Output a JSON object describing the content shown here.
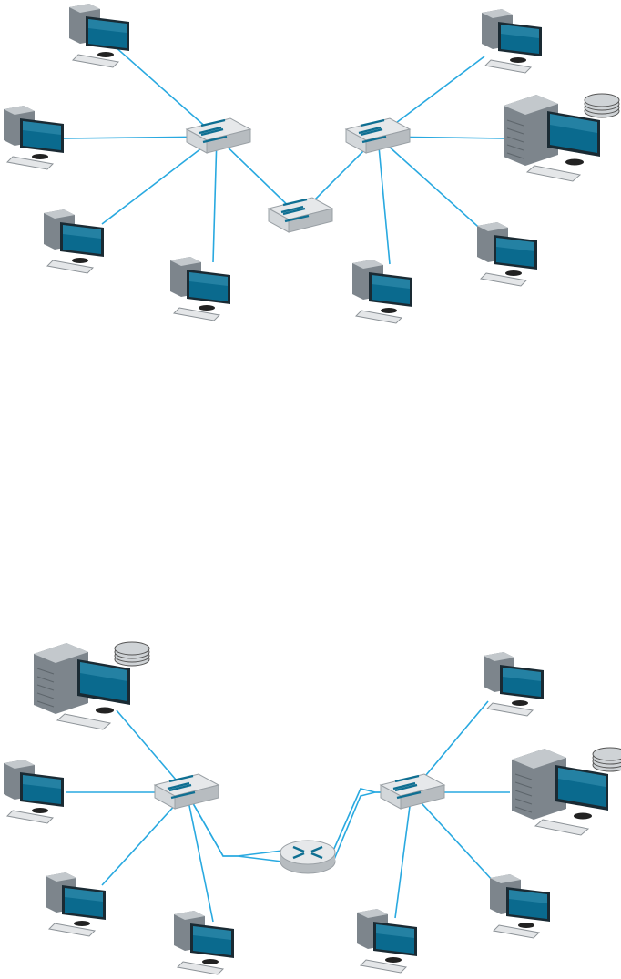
{
  "colors": {
    "link": "#29a9e0",
    "screen": "#0a6a8e",
    "screen_light": "#3d98b8",
    "case": "#7d858c",
    "case_light": "#c3c8cc",
    "switch_top": "#e6e8ea",
    "switch_side": "#b7bcc0",
    "arrow": "#0f6f92",
    "disk": "#cfd3d6"
  },
  "icons": {
    "computer": "desktop-computer-icon",
    "server": "server-icon",
    "switch": "network-switch-icon",
    "router": "router-icon",
    "disk": "disk-stack-icon"
  },
  "diagrams": [
    {
      "name": "switched-lan-diagram",
      "nodes": [
        {
          "id": "s1",
          "kind": "switch"
        },
        {
          "id": "s2",
          "kind": "switch"
        },
        {
          "id": "s3",
          "kind": "switch"
        },
        {
          "id": "a1",
          "kind": "computer"
        },
        {
          "id": "a2",
          "kind": "computer"
        },
        {
          "id": "a3",
          "kind": "computer"
        },
        {
          "id": "a4",
          "kind": "computer"
        },
        {
          "id": "b1",
          "kind": "computer"
        },
        {
          "id": "b2",
          "kind": "server"
        },
        {
          "id": "b3",
          "kind": "computer"
        },
        {
          "id": "b4",
          "kind": "computer"
        }
      ],
      "links": [
        [
          "s1",
          "a1"
        ],
        [
          "s1",
          "a2"
        ],
        [
          "s1",
          "a3"
        ],
        [
          "s1",
          "a4"
        ],
        [
          "s1",
          "s3"
        ],
        [
          "s3",
          "s2"
        ],
        [
          "s2",
          "b1"
        ],
        [
          "s2",
          "b2"
        ],
        [
          "s2",
          "b3"
        ],
        [
          "s2",
          "b4"
        ]
      ]
    },
    {
      "name": "routed-network-diagram",
      "nodes": [
        {
          "id": "r",
          "kind": "router"
        },
        {
          "id": "sl",
          "kind": "switch"
        },
        {
          "id": "sr",
          "kind": "switch"
        },
        {
          "id": "c1",
          "kind": "server"
        },
        {
          "id": "c2",
          "kind": "computer"
        },
        {
          "id": "c3",
          "kind": "computer"
        },
        {
          "id": "c4",
          "kind": "computer"
        },
        {
          "id": "d1",
          "kind": "computer"
        },
        {
          "id": "d2",
          "kind": "server"
        },
        {
          "id": "d3",
          "kind": "computer"
        },
        {
          "id": "d4",
          "kind": "computer"
        }
      ],
      "links": [
        [
          "sl",
          "c1"
        ],
        [
          "sl",
          "c2"
        ],
        [
          "sl",
          "c3"
        ],
        [
          "sl",
          "c4"
        ],
        [
          "sl",
          "r"
        ],
        [
          "sl",
          "r"
        ],
        [
          "r",
          "sr"
        ],
        [
          "r",
          "sr"
        ],
        [
          "sr",
          "d1"
        ],
        [
          "sr",
          "d2"
        ],
        [
          "sr",
          "d3"
        ],
        [
          "sr",
          "d4"
        ]
      ]
    }
  ]
}
